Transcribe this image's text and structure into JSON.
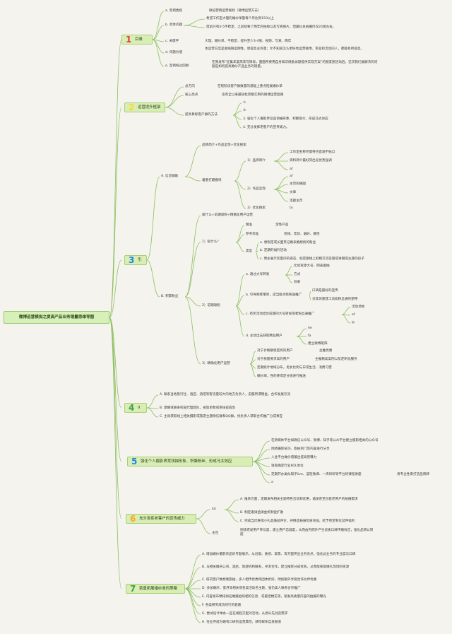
{
  "root": "微博运营模拟之提高产品业务销量思维导图",
  "colors": {
    "background": "#f4f3ee",
    "branch": "#8cbf5f",
    "num_red": "#e53935",
    "num_green": "#43a047",
    "num_blue": "#1e88e5",
    "num_yellow": "#f9a825"
  },
  "s1": {
    "num": "1",
    "label": "目录",
    "items": [
      {
        "k": "a. 案例类别",
        "v": "微设营销运营规划（微博运营方去）"
      },
      {
        "k": "b. 具体问题",
        "v": "希望工作室大理的婚纱单量每个月达到150以上",
        "v2": "但前只有4-5不稳定，之前给要了两年的拍照以及写真照片，但最纱总拍摄仅仅20组左右。"
      },
      {
        "k": "c. 关键字",
        "v": "大理、婚纱单、不稳定、提升至少3-4倍、视频、写真、两年"
      },
      {
        "k": "d. 问题价值",
        "v": "本运营方案是金缩微运网性，想提高业务量；文不知道怎么更好地运营微博、审美和活动内人，都能有所提高。"
      },
      {
        "k": "e. 案例经过回顾",
        "v": "在我发布“征集年度周末写目标，面面所要用自身知识储备试题提供实现方案”的朋友圈活动后，这次我们展解决的问题是如何提高婚纱产品业务的销量。"
      }
    ]
  },
  "s2": {
    "num": "2",
    "label": "运营提升框架",
    "items": [
      {
        "k": "总方向",
        "v": "在现阶段客户群数量的基础上重点拓展婚纱单"
      },
      {
        "k": "核心亮点",
        "v": "含有全以来最轻松完整实用的微博运营套路"
      },
      {
        "k": "提高目标客户群的方法",
        "list": [
          "①.",
          "②.",
          "3. 强化个人摄影界竞品领袖形象、积聚受众、形成马太效应",
          "4. 充分发挥老客户的宣传威力。"
        ]
      }
    ]
  },
  "s3": {
    "num": "3",
    "label": "引",
    "a": {
      "k": "A. 信息铺助",
      "top": "品牌简介+作品呈现+优化搜索",
      "sub": "着重打磨模块",
      "intro": {
        "k": "1）品牌简介",
        "items": [
          "工作室名称尽量特点直观不贴口",
          "资料简介最好突出竞优势强调",
          "af"
        ]
      },
      "works": {
        "k": "2）作品呈现",
        "items": [
          "af",
          "主页轮播图",
          "文章",
          "话题主页"
        ]
      },
      "seo": {
        "k": "3）优化搜索",
        "v": "to"
      }
    },
    "b": {
      "k": "B. 积累粉丝",
      "top": "吸什么+前期吸粉+精确化用户运营",
      "what": "1）吸什么？",
      "precise": {
        "k": "精准",
        "v": "定性产品"
      },
      "ref": {
        "k": "参考标准",
        "v": "地域、年龄、偏好、属性"
      },
      "type": {
        "k": "类型",
        "items": [
          "a. 想限定或长面页记婚表婚想找的粉丝",
          "b. 定期的福利活动",
          "c. 博主展示欢量间的姿态、如定期线上抑相交流答题或讲期或主题的段子"
        ]
      },
      "early": "2）前期吸粉",
      "ea": {
        "k": "a. 通过大号转发",
        "items": [
          "比如资源大号、网表图拍",
          "方式",
          "效果"
        ]
      },
      "eb": {
        "k": "b. 引导顾客晒单，适当给点给粉送推广",
        "items": [
          "口碑是最好的宣传",
          "对其体量建工具如粉丝通的使用"
        ]
      },
      "ec": {
        "k": "c. 有奖活动结合前期的大号转发或者粉丝通推广",
        "items": [
          "活动场地",
          "af",
          "ip"
        ]
      },
      "ed": {
        "k": "d. 主动出击获取精准用户",
        "items": [
          "he",
          "fa",
          "建立微博矩阵"
        ]
      },
      "ops": "3）精确化用户运营",
      "opsItems": [
        {
          "k": "对于价格敏感度高的用户",
          "v": "主推优惠"
        },
        {
          "k": "对于质量要求高的用户",
          "v": "主推精美案例以及定制化服务"
        },
        "定期统计地域分布，男女比例与日常生活、消费习惯",
        "婚纱域，性的获得定分组进行推送"
      ]
    }
  },
  "s4": {
    "num": "4",
    "label": "II",
    "items": [
      "A. 联系当地旅行社、酒店、酒吧等客流量较大的地方负责人，说服所谓赠金。合作发展引流",
      "B. 建婚或联系校园代理团队，投放单数或审核提成等",
      "C. 主动获取线上相关摄影或旅游主题微信群和QQ群，找负责人获取合作推广分成事宜"
    ]
  },
  "s5": {
    "num": "5",
    "label": "强化个人摄影界竞领袖形象、积聚粉丝、形成马太效应",
    "items": [
      "在新媒体平台如微信公众号、微博、知乎等公众平台建立摄影相关的公众号",
      "围绕摄影技巧、旅拍到门等内容进行分享",
      "入驻平台做价值输出提高曾曝力",
      "逐渐确定行业KOL地位"
    ],
    "last": {
      "k": "定期开办类似知乎live、蓝轻微课、一块听听等平台的课程讲座",
      "v": "将专业性来打造品牌牌"
    },
    "tail": "a"
  },
  "s6": {
    "num": "6",
    "label": "充分发挥老客户的宣传威力",
    "a": {
      "k": "lot",
      "items": [
        "A. 推系方面，定期发布相关主题特色活动和优惠，邀发甚至创意老用户的拍摄需求",
        "B. 制定邀请函请金机制促扩散",
        "C. 完成当优惠或小礼品鼓励评价，并精选拓展优质效强，给予更定制化延伸福利"
      ]
    },
    "b": {
      "k": "主包",
      "v": "围绕老发用户参与度，建立用户忠诚度，从而由内而外产生优质口碑传播效应，强化品牌认同度"
    }
  },
  "s7": {
    "num": "7",
    "label": "若重拓展婚纱单的策略",
    "items": [
      "A. 增加婚纱摄影作品的专题展示，从创意、质感、取景、等方面突出业务亮点，强化此业务的专业度与口碑",
      "B. 与相关婚庆公司、酒店、旅游机构联系，寻求合作，建立推荐分成体系，从而能获取婚礼现场的资源",
      "C. 研究客户数想要旅拍，多人相传优秀和团体折扣，附加额外享受合作伙伴优惠",
      "D. 多加婚庆、蜜月等相关或名类活动名主题，强仍类人联系合作推广",
      "E. 内容发布精排加名婚摄拍照相的信息、或最佳楼花等，吸发高质量内容的拍摄的曝光",
      "F. 各类研究成功同行的套路",
      "G. 尝试设计举办一些在线程交配对活动，从源头先创造需求",
      "H. 在业界成为婚有口碑的运营典范，获得媒体自发报道"
    ]
  }
}
